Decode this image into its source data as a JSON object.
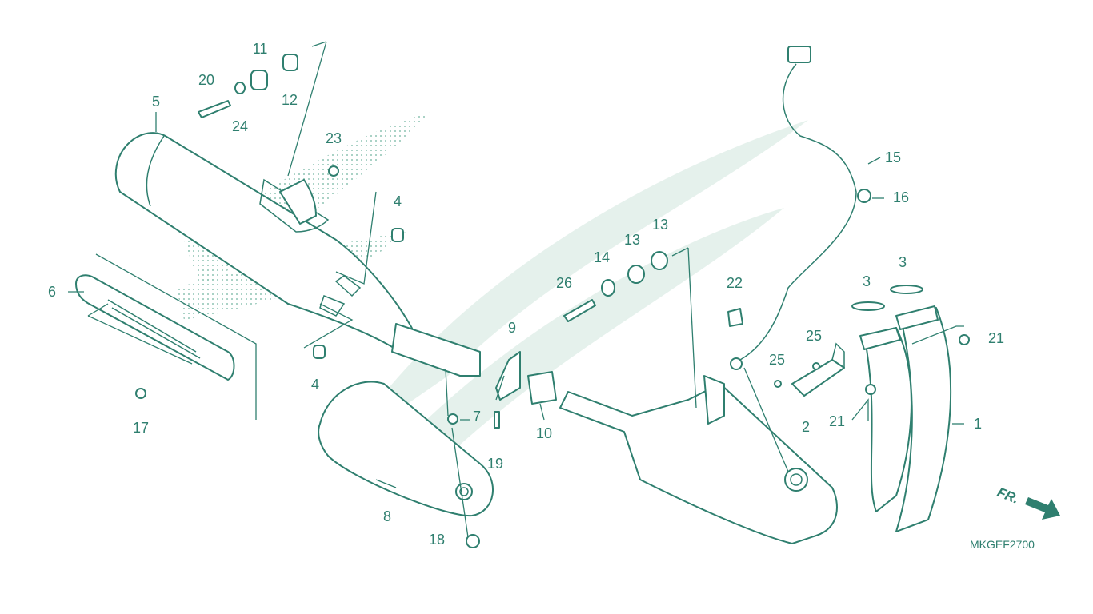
{
  "diagram": {
    "code": "MKGEF2700",
    "direction_label": "FR.",
    "colors": {
      "line": "#2f7f6f",
      "watermark": "#cfe6dd"
    },
    "callouts": {
      "c1": "1",
      "c2": "2",
      "c3a": "3",
      "c3b": "3",
      "c4a": "4",
      "c4b": "4",
      "c5": "5",
      "c6": "6",
      "c7": "7",
      "c8": "8",
      "c9": "9",
      "c10": "10",
      "c11": "11",
      "c12": "12",
      "c13a": "13",
      "c13b": "13",
      "c14": "14",
      "c15": "15",
      "c16": "16",
      "c17": "17",
      "c18": "18",
      "c19": "19",
      "c20": "20",
      "c21a": "21",
      "c21b": "21",
      "c22": "22",
      "c23": "23",
      "c24": "24",
      "c25a": "25",
      "c25b": "25",
      "c26": "26"
    }
  }
}
